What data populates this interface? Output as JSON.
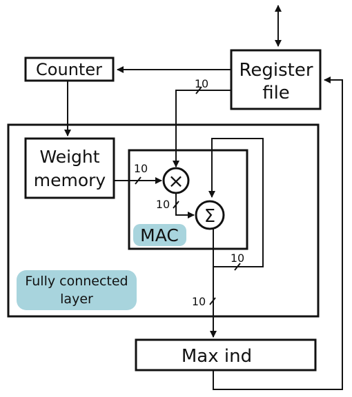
{
  "blocks": {
    "counter": "Counter",
    "register_file": [
      "Register",
      "file"
    ],
    "weight_memory": [
      "Weight",
      "memory"
    ],
    "mac": "MAC",
    "fully_connected": [
      "Fully connected",
      "layer"
    ],
    "max_ind": "Max ind"
  },
  "bus_widths": {
    "register_to_mult": "10",
    "weight_to_mult": "10",
    "mult_to_sum": "10",
    "feedback": "10",
    "layer_to_maxind": "10"
  },
  "symbols": {
    "multiplier": "×",
    "summation": "Σ"
  },
  "colors": {
    "highlight": "#a8d4dd",
    "line": "#111111"
  }
}
